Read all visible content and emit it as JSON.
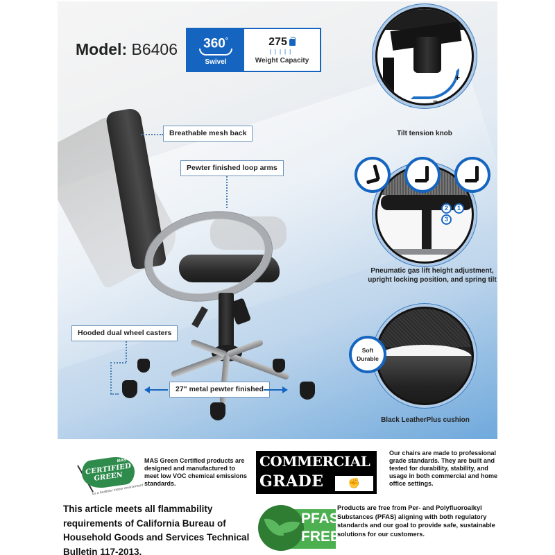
{
  "header": {
    "model_label": "Model:",
    "model_value": "B6406"
  },
  "specs": {
    "swivel": {
      "value": "360",
      "degree": "°",
      "label": "Swivel",
      "icon": "rotate-360-icon"
    },
    "weight": {
      "value": "275",
      "unit_icon": "lb-weight-icon",
      "label": "Weight Capacity"
    }
  },
  "callouts": {
    "mesh_back": "Breathable mesh back",
    "loop_arms": "Pewter finished loop arms",
    "casters": "Hooded dual wheel casters",
    "base": "27\" metal pewter finished"
  },
  "details": [
    {
      "caption": "Tilt tension knob",
      "signs": {
        "plus": "+",
        "minus": "–"
      }
    },
    {
      "caption": "Pneumatic gas lift height adjustment, upright locking position, and spring tilt",
      "badges": [
        "1",
        "2",
        "3"
      ],
      "icons": [
        "seat-tilt-icon",
        "seat-lock-icon",
        "seat-height-icon"
      ]
    },
    {
      "caption": "Black LeatherPlus cushion",
      "badge_line1": "Soft",
      "badge_line2": "Durable"
    }
  ],
  "certifications": {
    "mas": {
      "logo_top": "MAS",
      "logo_line1": "CERTIFIED",
      "logo_line2": "GREEN",
      "logo_tagline": "for a healthier indoor environment",
      "text": "MAS Green Certified products are designed and manufactured to meet low VOC chemical emissions standards."
    },
    "commercial": {
      "logo_line1": "COMMERCIAL",
      "logo_line2": "GRADE",
      "text": "Our chairs are made to professional grade standards. They are built and tested for durability, stability, and usage in both commercial and home office settings."
    },
    "flammability": {
      "text": "This article meets all flammability requirements of California Bureau of Household Goods and Services Technical Bulletin 117-2013."
    },
    "pfas": {
      "logo_line1": "PFAS",
      "logo_line2": "FREE",
      "text": "Products are free from Per- and Polyfluoroalkyl Substances (PFAS) aligning with both regulatory standards and our goal to provide safe, sustainable solutions for our customers."
    }
  },
  "colors": {
    "brand_blue": "#1565c0",
    "mas_green": "#2e8b4c",
    "pfas_green": "#4caf50",
    "pfas_dark_green": "#2e7d32"
  }
}
